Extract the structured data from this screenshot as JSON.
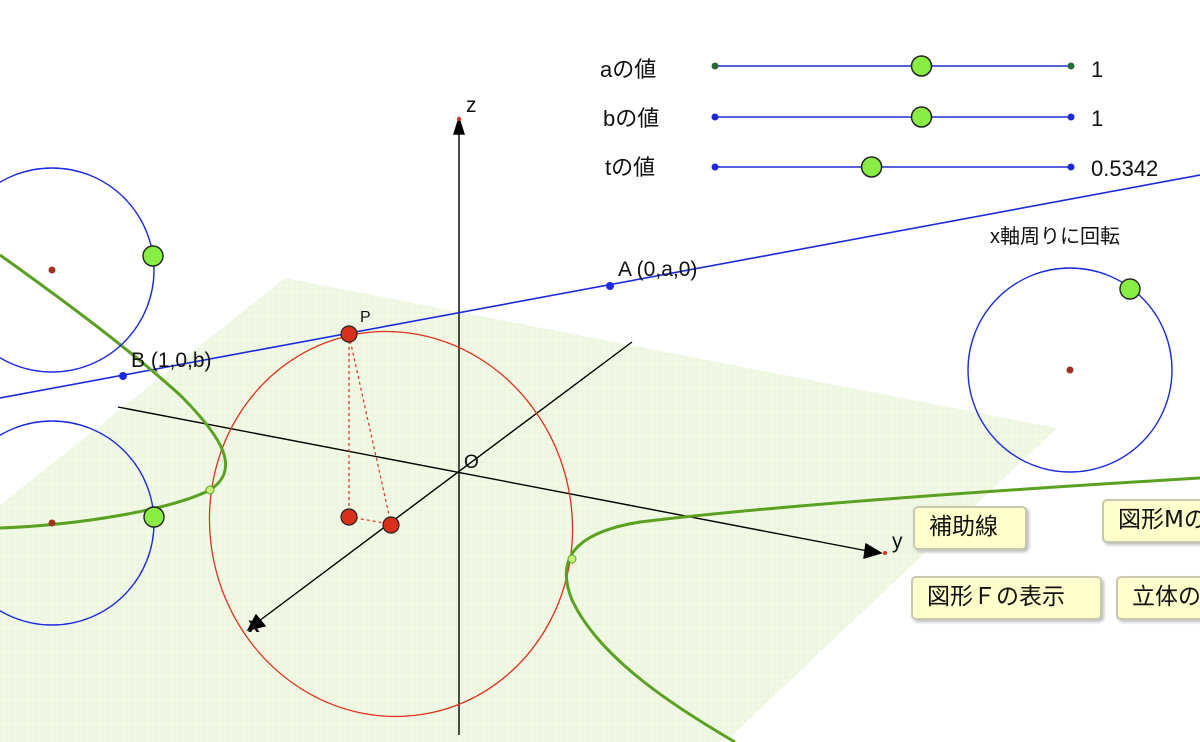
{
  "sliders": [
    {
      "label": "aの値",
      "value": "1",
      "fraction": 0.58
    },
    {
      "label": "bの値",
      "value": "1",
      "fraction": 0.58
    },
    {
      "label": "tの値",
      "value": "0.5342",
      "fraction": 0.44
    }
  ],
  "axes": {
    "x": "x",
    "y": "y",
    "z": "z",
    "origin": "O"
  },
  "points": {
    "A": "A (0,a,0)",
    "B": "B (1,0,b)",
    "P": "P"
  },
  "rotation_label": "x軸周りに回転",
  "buttons": {
    "aux_lines": "補助線",
    "figure_m": "図形Mの",
    "show_figure_f": "図形Ｆの表示",
    "solid": "立体の"
  },
  "colors": {
    "slider_track": "#1c2bd0",
    "handle": "#88ee44",
    "circle": "#1a2be0",
    "ellipse": "#e0301a",
    "hyperbola": "#5aa121",
    "plane": "#e8f6d8",
    "point_red": "#d9301c",
    "button_bg": "#ffffcc"
  },
  "icons": [
    "slider-handle-icon"
  ]
}
